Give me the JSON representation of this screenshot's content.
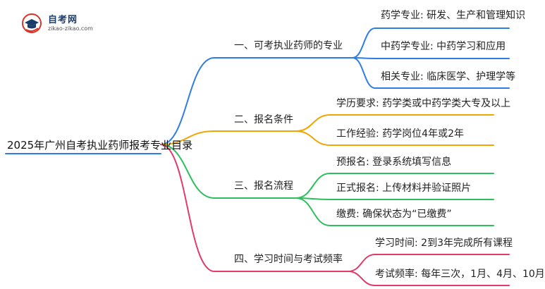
{
  "logo": {
    "title": "自考网",
    "subtitle": "zikao-zikao.com"
  },
  "colors": {
    "line1": "#2f7de1",
    "line2": "#f0a500",
    "line3": "#2dbf5f",
    "line4": "#e23a6b"
  },
  "root": "2025年广州自考执业药师报考专业目录",
  "branches": [
    {
      "label": "一、可考执业药师的专业",
      "children": [
        "药学专业: 研发、生产和管理知识",
        "中药学专业: 中药学习和应用",
        "相关专业: 临床医学、护理学等"
      ]
    },
    {
      "label": "二、报名条件",
      "children": [
        "学历要求: 药学类或中药学类大专及以上",
        "工作经验: 药学岗位4年或2年"
      ]
    },
    {
      "label": "三、报名流程",
      "children": [
        "预报名: 登录系统填写信息",
        "正式报名: 上传材料并验证照片",
        "缴费: 确保状态为“已缴费”"
      ]
    },
    {
      "label": "四、学习时间与考试频率",
      "children": [
        "学习时间: 2到3年完成所有课程",
        "考试频率: 每年三次，1月、4月、10月"
      ]
    }
  ]
}
